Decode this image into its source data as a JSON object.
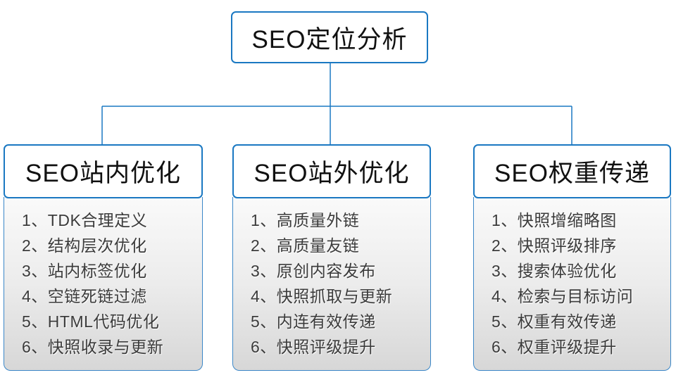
{
  "diagram": {
    "root": {
      "label": "SEO定位分析"
    },
    "columns": [
      {
        "title": "SEO站内优化",
        "items": [
          "1、TDK合理定义",
          "2、结构层次优化",
          "3、站内标签优化",
          "4、空链死链过滤",
          "5、HTML代码优化",
          "6、快照收录与更新"
        ]
      },
      {
        "title": "SEO站外优化",
        "items": [
          "1、高质量外链",
          "2、高质量友链",
          "3、原创内容发布",
          "4、快照抓取与更新",
          "5、内连有效传递",
          "6、快照评级提升"
        ]
      },
      {
        "title": "SEO权重传递",
        "items": [
          "1、快照增缩略图",
          "2、快照评级排序",
          "3、搜索体验优化",
          "4、检索与目标访问",
          "5、权重有效传递",
          "6、权重评级提升"
        ]
      }
    ],
    "colors": {
      "accent_blue": "#1a78c2",
      "list_border_blue": "#3b87c8",
      "list_gradient_top": "#fafafa",
      "list_gradient_bottom": "#d7d7d7",
      "text_dark": "#111111",
      "list_text": "#3b3b3b"
    }
  }
}
